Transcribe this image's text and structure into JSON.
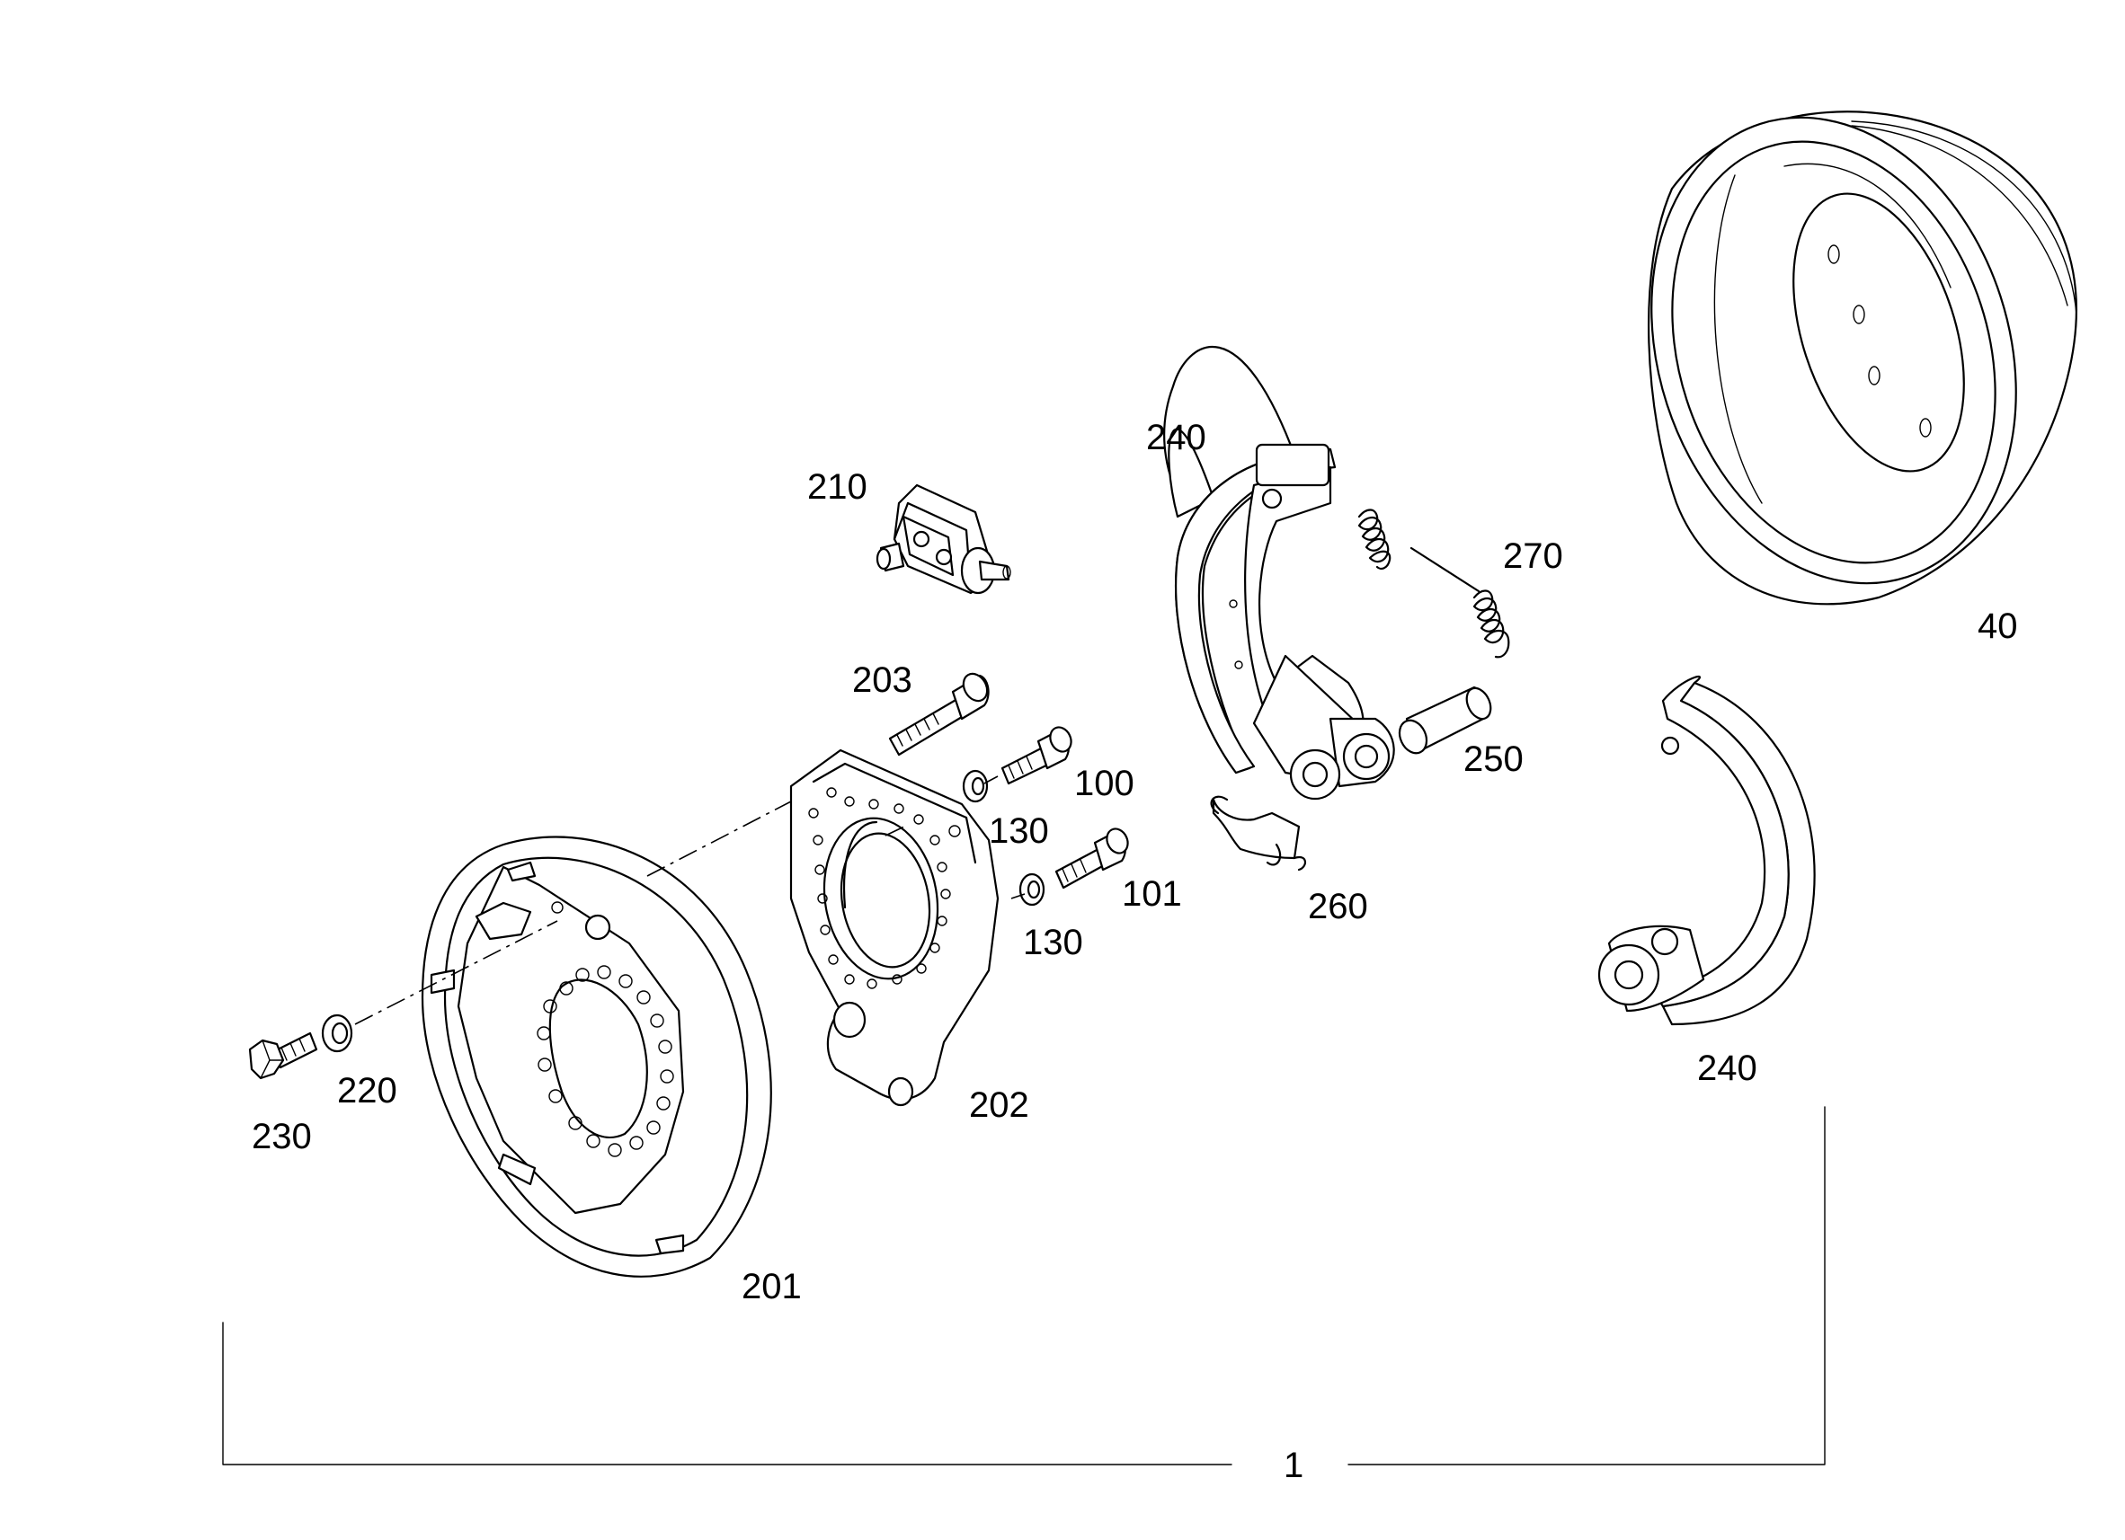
{
  "diagram": {
    "labels": {
      "assembly": "1",
      "drum": "40",
      "screw_100": "100",
      "screw_101": "101",
      "washer_130_upper": "130",
      "washer_130_lower": "130",
      "backing_plate": "201",
      "anchor_plate": "202",
      "bolt_203": "203",
      "wheel_cylinder": "210",
      "washer_220": "220",
      "bolt_230": "230",
      "shoe_upper": "240",
      "shoe_lower": "240",
      "pin_250": "250",
      "clip_260": "260",
      "spring_270": "270"
    }
  }
}
